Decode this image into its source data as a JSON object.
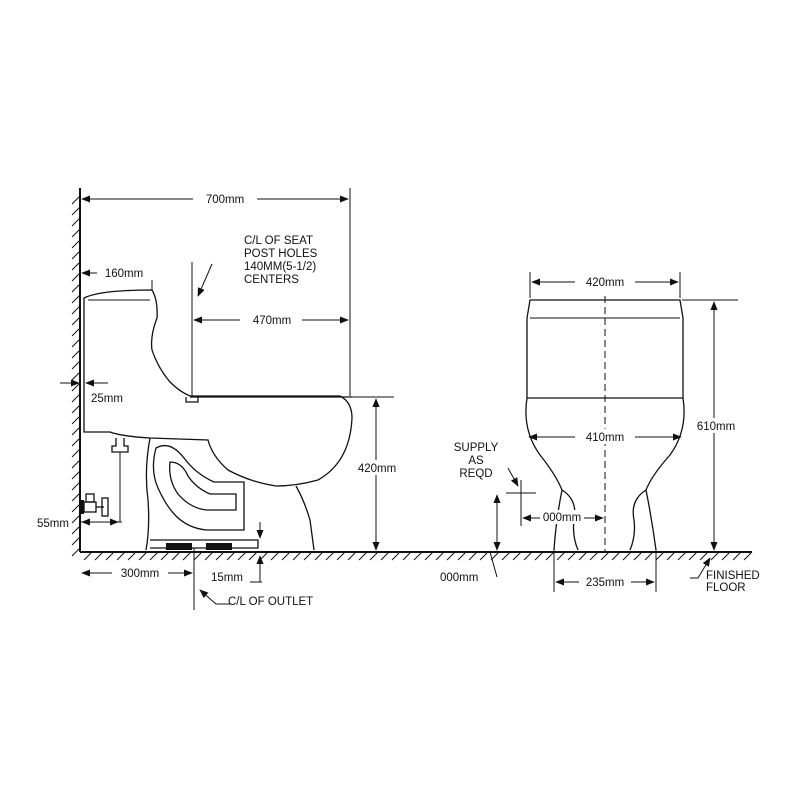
{
  "side_view": {
    "overall_width": "700mm",
    "tank_depth": "160mm",
    "seat_note": [
      "C/L OF SEAT",
      "POST HOLES",
      "140MM(5-1/2)",
      "CENTERS"
    ],
    "seat_to_front": "470mm",
    "wall_gap": "25mm",
    "seat_height": "420mm",
    "supply_height": "55mm",
    "rough_in": "300mm",
    "outlet_offset": "15mm",
    "outlet_note": "C/L OF OUTLET"
  },
  "front_view": {
    "tank_width": "420mm",
    "bowl_width": "410mm",
    "total_height": "610mm",
    "supply_note": [
      "SUPPLY",
      "AS",
      "REQD"
    ],
    "supply_offset": "000mm",
    "supply_floor_height": "000mm",
    "base_width": "235mm",
    "floor_note": [
      "FINISHED",
      "FLOOR"
    ]
  }
}
